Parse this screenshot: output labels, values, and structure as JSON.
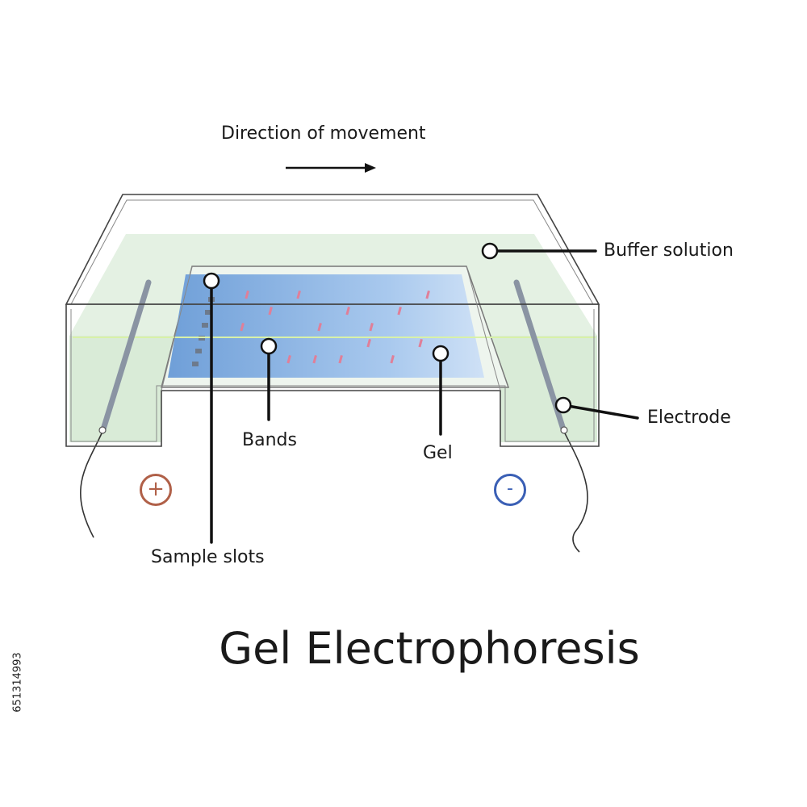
{
  "title": "Gel Electrophoresis",
  "labels": {
    "direction": "Direction of movement",
    "buffer": "Buffer solution",
    "electrode": "Electrode",
    "bands": "Bands",
    "gel": "Gel",
    "sample_slots": "Sample slots"
  },
  "poles": {
    "positive": "+",
    "negative": "-"
  },
  "stock_id": "651314993",
  "colors": {
    "positive_pole": "#b06048",
    "negative_pole": "#3a5fb5",
    "buffer": "#dfeede",
    "gel": "#7eaee0",
    "bands": "#e07f98",
    "electrode": "#8a94a3"
  },
  "bands": [
    {
      "lane": 1,
      "row": 1
    },
    {
      "lane": 2,
      "row": 2
    },
    {
      "lane": 3,
      "row": 1
    },
    {
      "lane": 4,
      "row": 3
    },
    {
      "lane": 1,
      "row": 3
    },
    {
      "lane": 2,
      "row": 4
    },
    {
      "lane": 5,
      "row": 2
    },
    {
      "lane": 6,
      "row": 4
    },
    {
      "lane": 3,
      "row": 5
    },
    {
      "lane": 4,
      "row": 5
    },
    {
      "lane": 5,
      "row": 5
    },
    {
      "lane": 6,
      "row": 3
    },
    {
      "lane": 7,
      "row": 2
    },
    {
      "lane": 8,
      "row": 4
    },
    {
      "lane": 7,
      "row": 5
    },
    {
      "lane": 8,
      "row": 1
    }
  ]
}
